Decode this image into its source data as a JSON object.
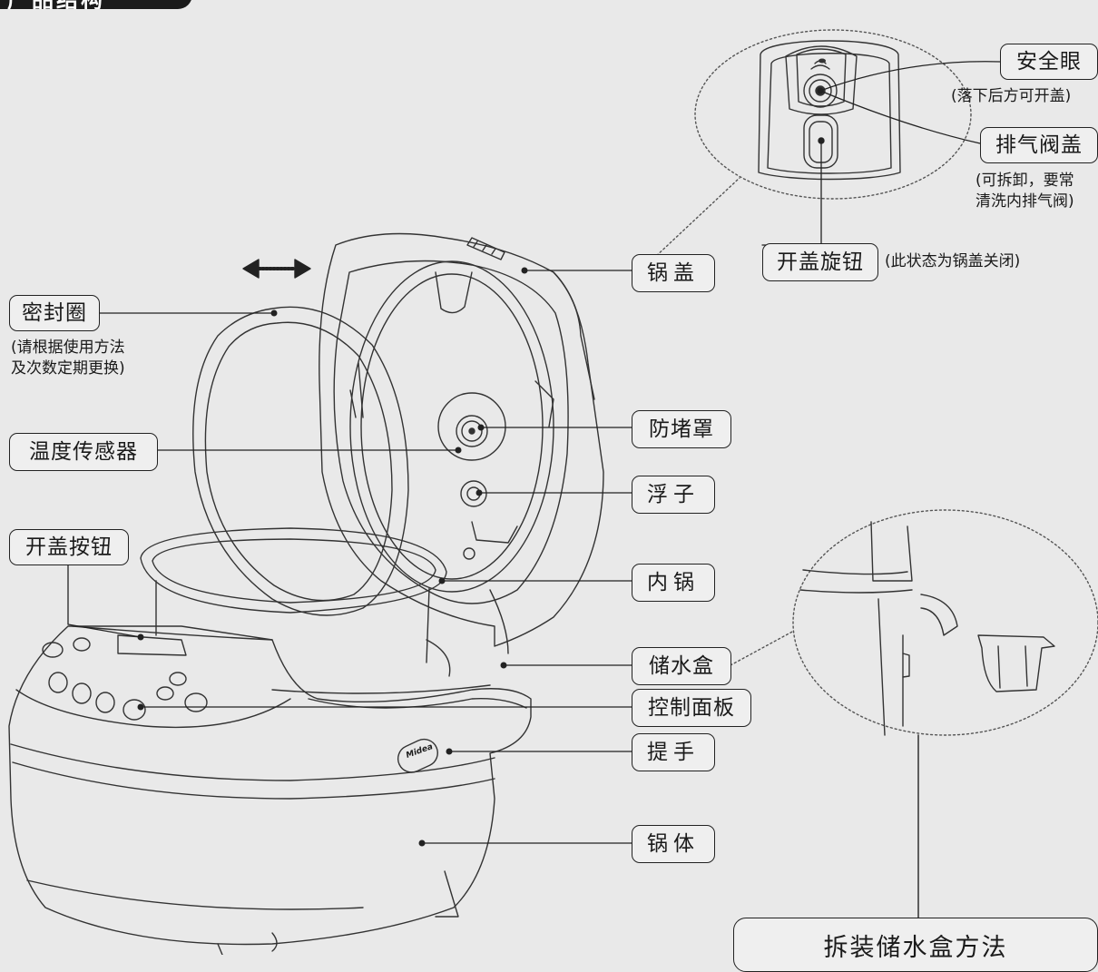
{
  "header": {
    "title": "产品结构"
  },
  "parts": {
    "safety_eye": {
      "label": "安全眼",
      "note": "(落下后方可开盖)"
    },
    "exhaust_cover": {
      "label": "排气阀盖",
      "note_line1": "(可拆卸，要常",
      "note_line2": "清洗内排气阀)"
    },
    "lid_knob": {
      "label": "开盖旋钮",
      "note": "(此状态为锅盖关闭)"
    },
    "lid": {
      "label": "锅盖"
    },
    "seal_ring": {
      "label": "密封圈",
      "note_line1": "(请根据使用方法",
      "note_line2": "及次数定期更换)"
    },
    "temp_sensor": {
      "label": "温度传感器"
    },
    "anti_block_cover": {
      "label": "防堵罩"
    },
    "float": {
      "label": "浮子"
    },
    "open_button": {
      "label": "开盖按钮"
    },
    "inner_pot": {
      "label": "内锅"
    },
    "water_box": {
      "label": "储水盒"
    },
    "control_panel": {
      "label": "控制面板"
    },
    "handle": {
      "label": "提手"
    },
    "body": {
      "label": "锅体"
    }
  },
  "brand_logo": "Midea",
  "method_box": {
    "title": "拆装储水盒方法"
  },
  "colors": {
    "background": "#e9e9e9",
    "line": "#222222"
  }
}
